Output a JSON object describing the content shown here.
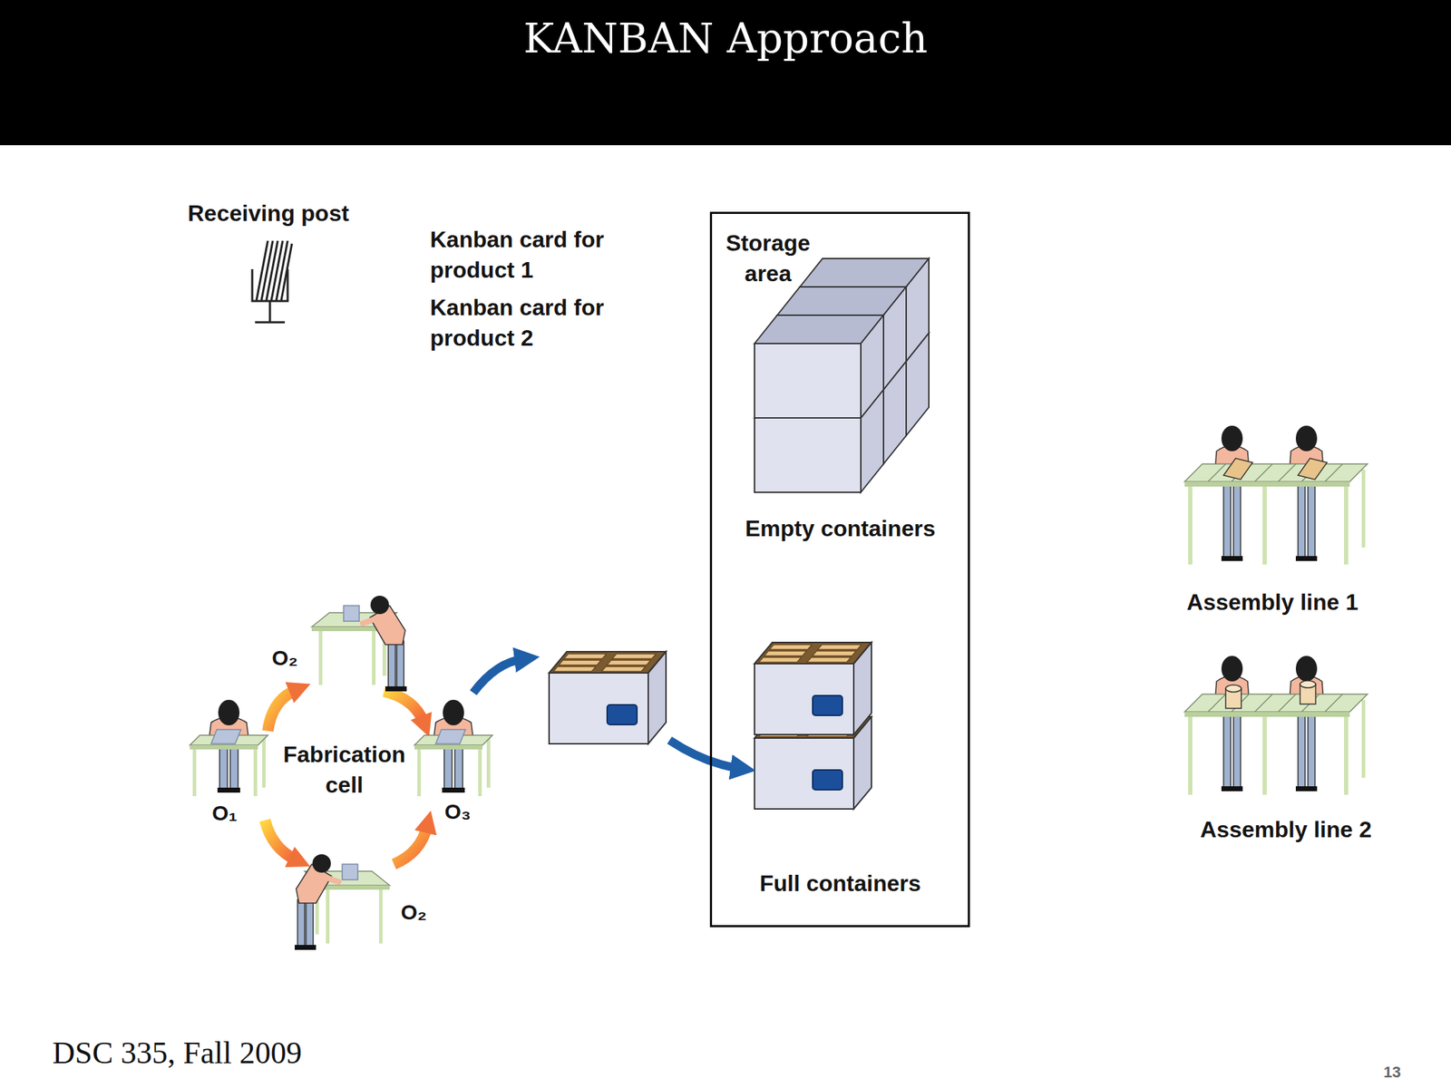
{
  "diagram": {
    "title": "KANBAN Approach",
    "caption": "DSC 335, Fall 2009",
    "nodes": [
      {
        "text": [
          "Storage area",
          "Empty containers",
          "Full containers"
        ]
      }
    ],
    "labels": [
      "Receiving post",
      "Kanban card for product 1",
      "Kanban card for product 2",
      "O₂",
      "Fabrication cell",
      "O₁",
      "O₃",
      "O₂",
      "Assembly line 1",
      "Assembly line 2",
      "13"
    ]
  }
}
